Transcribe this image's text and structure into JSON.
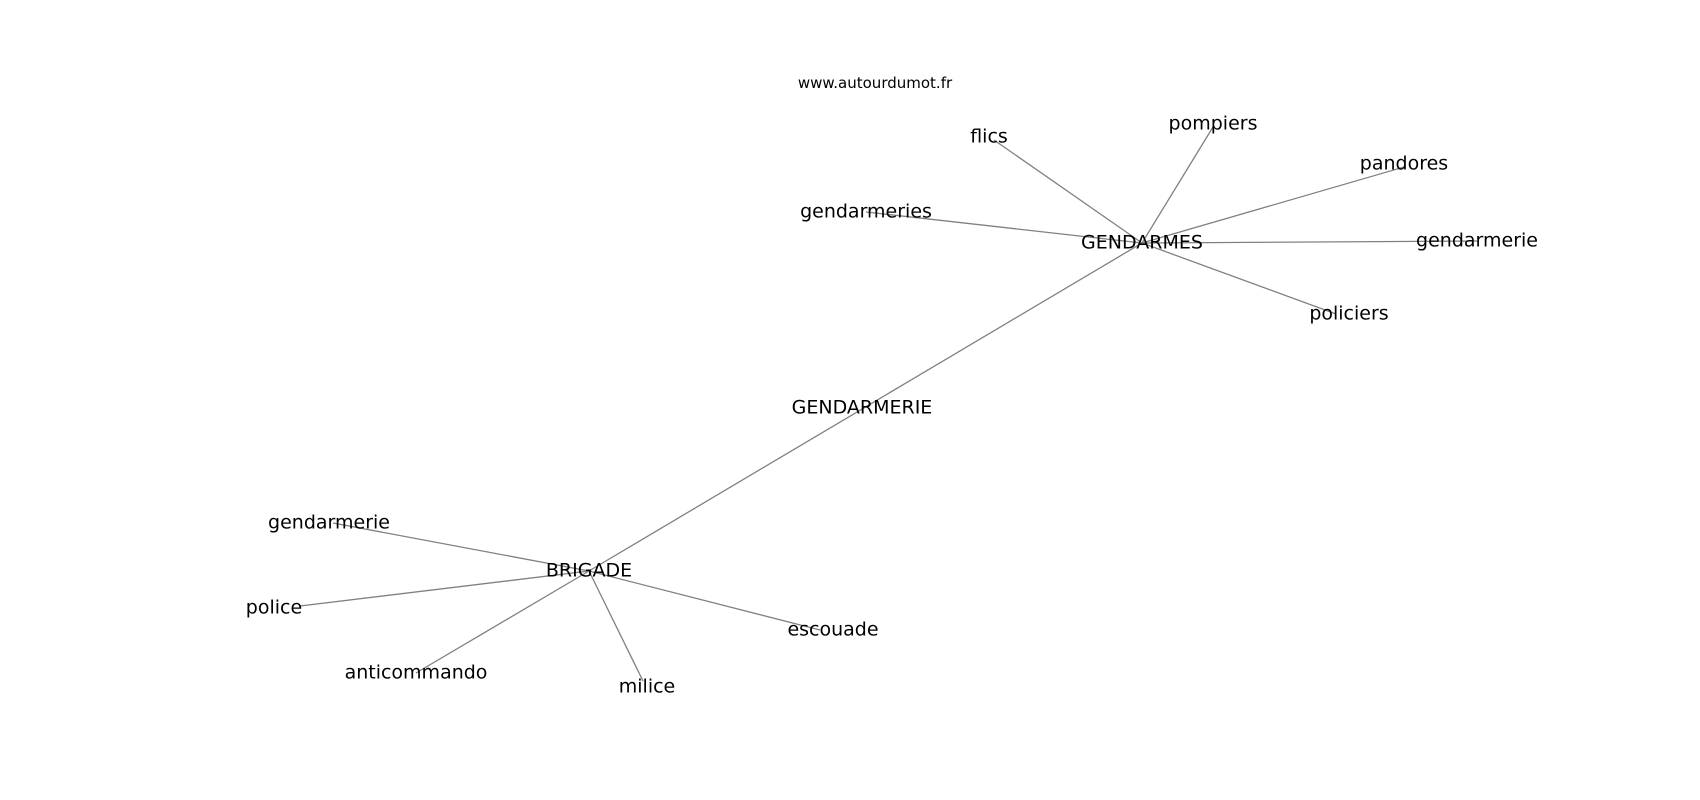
{
  "watermark": "www.autourdumot.fr",
  "nodes": {
    "gendarmerie_center": "GENDARMERIE",
    "gendarmes": "GENDARMES",
    "brigade": "BRIGADE",
    "flics": "flics",
    "pompiers": "pompiers",
    "pandores": "pandores",
    "gendarmeries": "gendarmeries",
    "gendarmerie_right": "gendarmerie",
    "policiers": "policiers",
    "gendarmerie_left": "gendarmerie",
    "police": "police",
    "anticommando": "anticommando",
    "milice": "milice",
    "escouade": "escouade"
  },
  "edges": [
    [
      "gendarmes",
      "brigade"
    ],
    [
      "gendarmes",
      "flics"
    ],
    [
      "gendarmes",
      "pompiers"
    ],
    [
      "gendarmes",
      "pandores"
    ],
    [
      "gendarmes",
      "gendarmeries"
    ],
    [
      "gendarmes",
      "gendarmerie_right"
    ],
    [
      "gendarmes",
      "policiers"
    ],
    [
      "brigade",
      "gendarmerie_left"
    ],
    [
      "brigade",
      "police"
    ],
    [
      "brigade",
      "anticommando"
    ],
    [
      "brigade",
      "milice"
    ],
    [
      "brigade",
      "escouade"
    ]
  ]
}
